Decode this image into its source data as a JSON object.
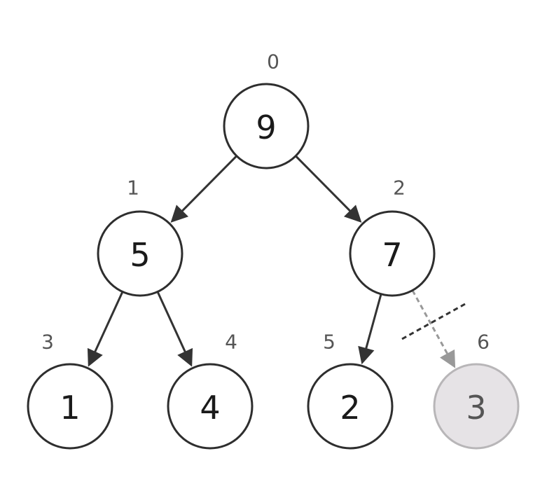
{
  "nodes": [
    {
      "id": "n0",
      "index": "0",
      "value": "9",
      "removed": false
    },
    {
      "id": "n1",
      "index": "1",
      "value": "5",
      "removed": false
    },
    {
      "id": "n2",
      "index": "2",
      "value": "7",
      "removed": false
    },
    {
      "id": "n3",
      "index": "3",
      "value": "1",
      "removed": false
    },
    {
      "id": "n4",
      "index": "4",
      "value": "4",
      "removed": false
    },
    {
      "id": "n5",
      "index": "5",
      "value": "2",
      "removed": false
    },
    {
      "id": "n6",
      "index": "6",
      "value": "3",
      "removed": true
    }
  ],
  "edges": [
    {
      "from": "n0",
      "to": "n1",
      "removed": false
    },
    {
      "from": "n0",
      "to": "n2",
      "removed": false
    },
    {
      "from": "n1",
      "to": "n3",
      "removed": false
    },
    {
      "from": "n1",
      "to": "n4",
      "removed": false
    },
    {
      "from": "n2",
      "to": "n5",
      "removed": false
    },
    {
      "from": "n2",
      "to": "n6",
      "removed": true
    }
  ],
  "colors": {
    "node_stroke": "#2e2e2e",
    "removed_fill": "#e6e3e6",
    "removed_stroke": "#b8b6b8",
    "edge": "#333333",
    "removed_edge": "#999999"
  }
}
